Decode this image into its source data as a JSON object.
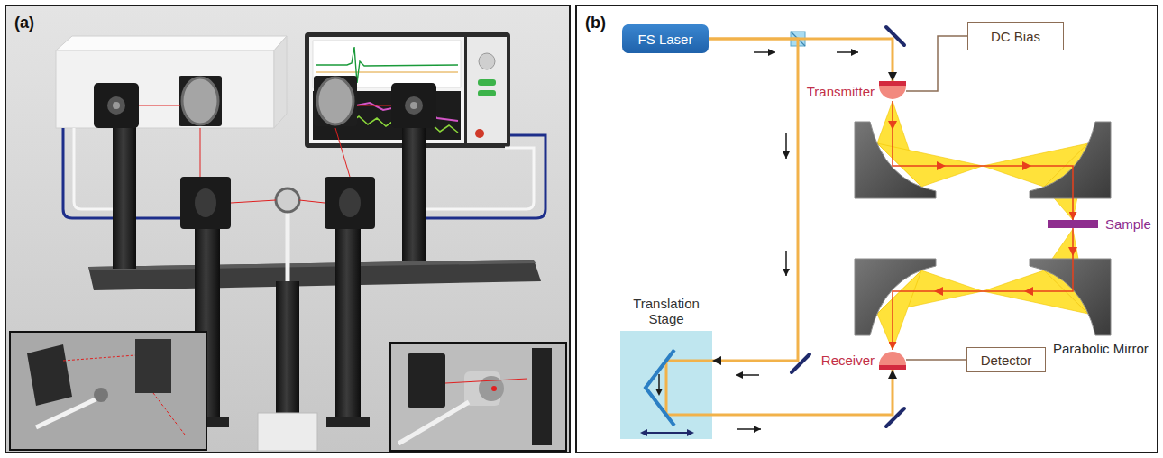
{
  "diagram": {
    "nodes": [
      {
        "text": [
          "(a)"
        ]
      },
      {
        "text": [
          "(b)"
        ]
      },
      {
        "text": [
          "FS Laser"
        ],
        "in": 1
      },
      {
        "text": [
          "Transmitter"
        ],
        "in": 1
      },
      {
        "text": [
          "DC Bias"
        ],
        "in": 1
      },
      {
        "text": [
          "Sample"
        ],
        "in": 1
      },
      {
        "text": [
          "Translation Stage"
        ],
        "in": 1
      },
      {
        "text": [
          "Receiver"
        ],
        "in": 1
      },
      {
        "text": [
          "Detector"
        ],
        "in": 1
      }
    ],
    "edges": [
      {
        "from": 2,
        "to": 3,
        "arrow": "to"
      },
      {
        "from": 2,
        "to": 6,
        "arrow": "to"
      },
      {
        "from": 6,
        "to": 7,
        "arrow": "to"
      },
      {
        "from": 3,
        "to": 4,
        "arrow": "none"
      },
      {
        "from": 7,
        "to": 8,
        "arrow": "none"
      },
      {
        "from": 3,
        "to": 5,
        "arrow": "to"
      },
      {
        "from": 5,
        "to": 7,
        "arrow": "to"
      }
    ],
    "labels": [
      "Parabolic Mirror"
    ]
  }
}
